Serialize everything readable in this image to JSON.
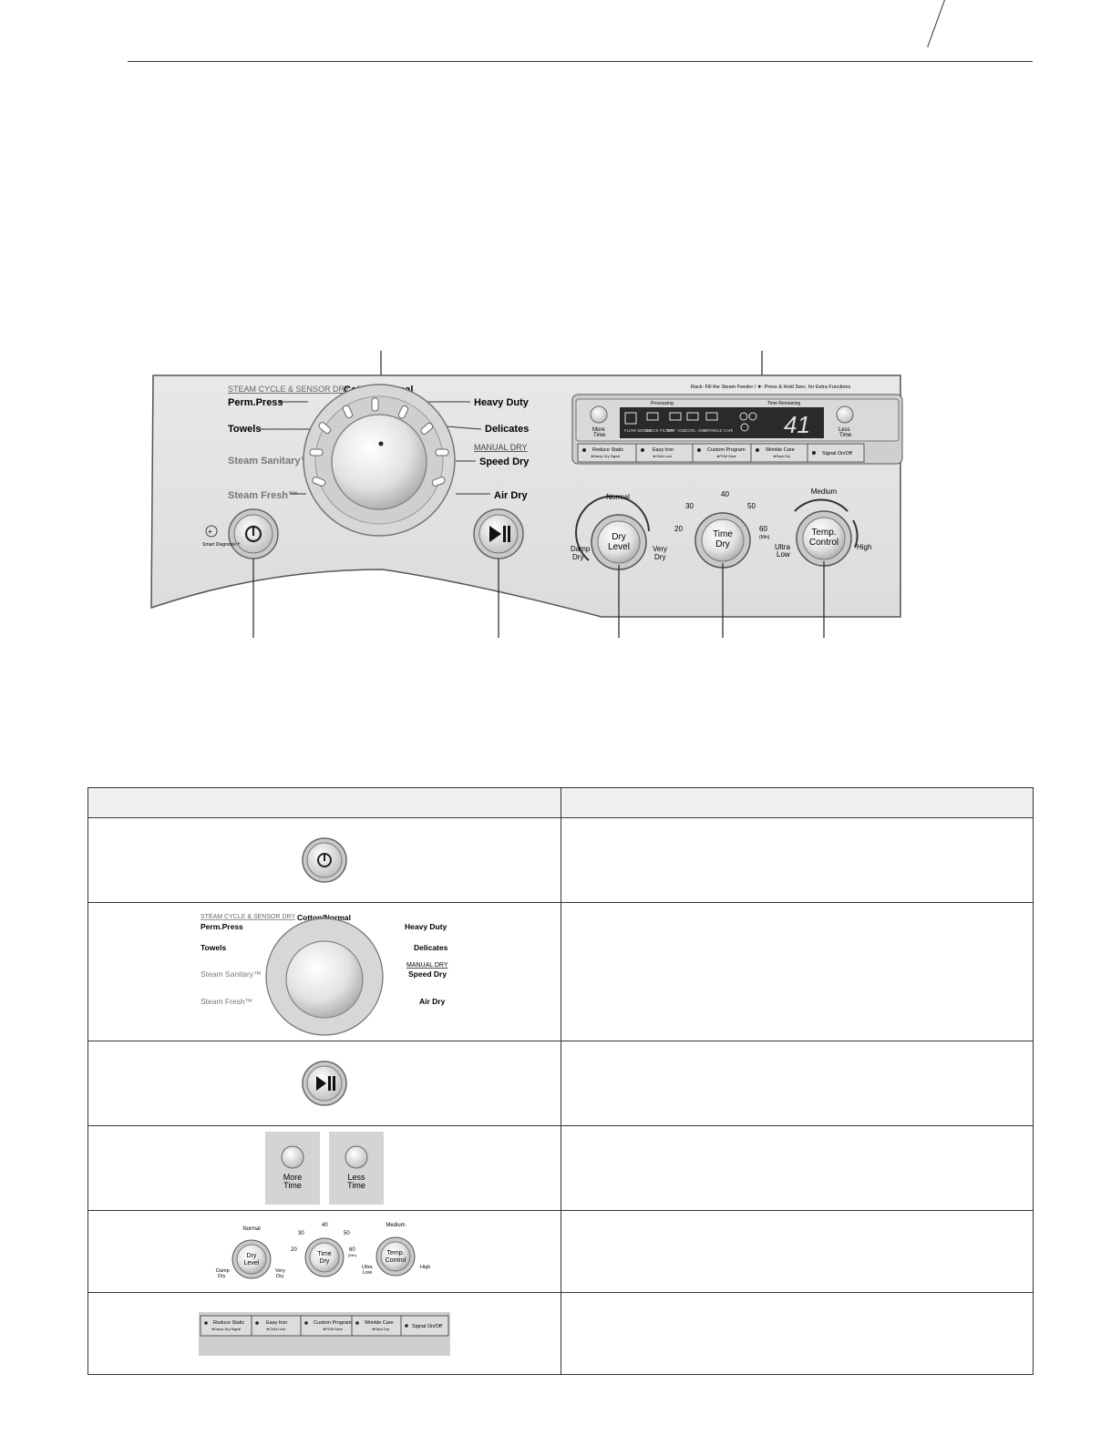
{
  "panel": {
    "program_header": "STEAM CYCLE & SENSOR DRY",
    "cycles_left": [
      "Perm.Press",
      "Towels",
      "Steam Sanitary™",
      "Steam Fresh™"
    ],
    "cycle_top": "Cotton/Normal",
    "cycles_right": [
      "Heavy Duty",
      "Delicates",
      "Speed Dry",
      "Air Dry"
    ],
    "manual_dry_header": "MANUAL DRY",
    "smart_diagnosis_label": "Smart Diagnosis™",
    "top_notice": "Rack: Fill the Steam Feeder / ★: Press & Hold 3sec. for Extra Functions",
    "display": {
      "processing_label": "Processing",
      "time_remaining_label": "Time Remaining",
      "stages": [
        "FLOW SENSE",
        "CHECK FILTER",
        "DRY -ING",
        "COOL -ING",
        "WRINKLE CARE"
      ],
      "digits": "41",
      "more_time": [
        "More",
        "Time"
      ],
      "less_time": [
        "Less",
        "Time"
      ]
    },
    "option_buttons": [
      {
        "label": "Reduce Static",
        "sub": "★Damp Dry Signal"
      },
      {
        "label": "Easy Iron",
        "sub": "★Child Lock"
      },
      {
        "label": "Custom Program",
        "sub": "★PGM Save"
      },
      {
        "label": "Wrinkle Care",
        "sub": "★Rack Dry"
      },
      {
        "label": "Signal On/Off",
        "sub": ""
      }
    ],
    "dry_level": {
      "lines": [
        "Dry",
        "Level"
      ],
      "top": "Normal",
      "left": [
        "Damp",
        "Dry"
      ],
      "right": [
        "Very",
        "Dry"
      ]
    },
    "time_dry": {
      "lines": [
        "Time",
        "Dry"
      ],
      "top": "40",
      "tl": "30",
      "tr": "50",
      "left": "20",
      "right": "60",
      "unit": "(Min)"
    },
    "temp_control": {
      "lines": [
        "Temp.",
        "Control"
      ],
      "top": "Medium",
      "left": [
        "Ultra",
        "Low"
      ],
      "right": "High"
    }
  },
  "table": {
    "headers": [
      "",
      ""
    ]
  },
  "colors": {
    "panel": "#e4e4e4",
    "knob": "#d6d6d6",
    "display": "#2a2a2a",
    "steam_text": "#7a7a7a"
  }
}
